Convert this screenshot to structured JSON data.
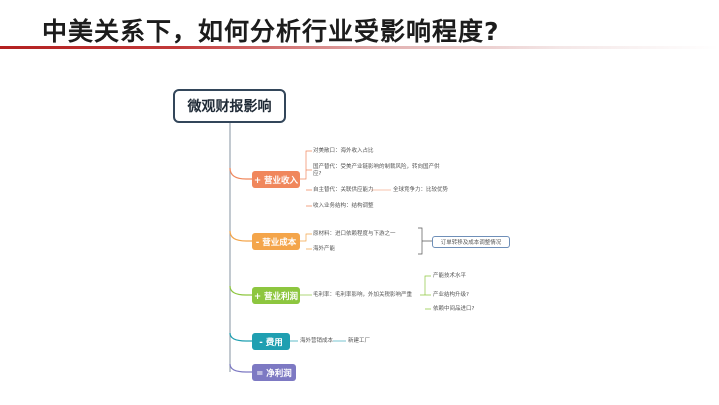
{
  "slide": {
    "title": "中美关系下，如何分析行业受影响程度?"
  },
  "mindmap": {
    "root": "微观财报影响",
    "branches": [
      {
        "label": "+ 营业收入",
        "leaves": [
          "对美敞口：海外收入占比",
          "国产替代：受美产业链影响的制裁风险，转向国产供应?",
          "自主替代：关联供应能力",
          "全球竞争力：比较优势",
          "收入业务结构：结构调整"
        ]
      },
      {
        "label": "- 营业成本",
        "leaves": [
          "原材料：进口依赖程度与下游之一",
          "海外产能"
        ],
        "note": "订单转移及成本调整情况"
      },
      {
        "label": "+ 营业利润",
        "leaves": [
          "毛利率：毛利率影响，外加关税影响严重"
        ],
        "subs": [
          "产能技术水平",
          "产业结构升级?",
          "依赖中间品进口?"
        ]
      },
      {
        "label": "- 费用",
        "leaves": [
          "海外营销成本"
        ],
        "subs": [
          "新建工厂"
        ]
      },
      {
        "label": "= 净利润",
        "leaves": []
      }
    ]
  },
  "colors": {
    "accent_red": "#b32020",
    "revenue": "#f0875c",
    "cost": "#f4a54a",
    "profit": "#8dc63f",
    "expense": "#1f9fb1",
    "net_profit": "#7d79c3"
  }
}
